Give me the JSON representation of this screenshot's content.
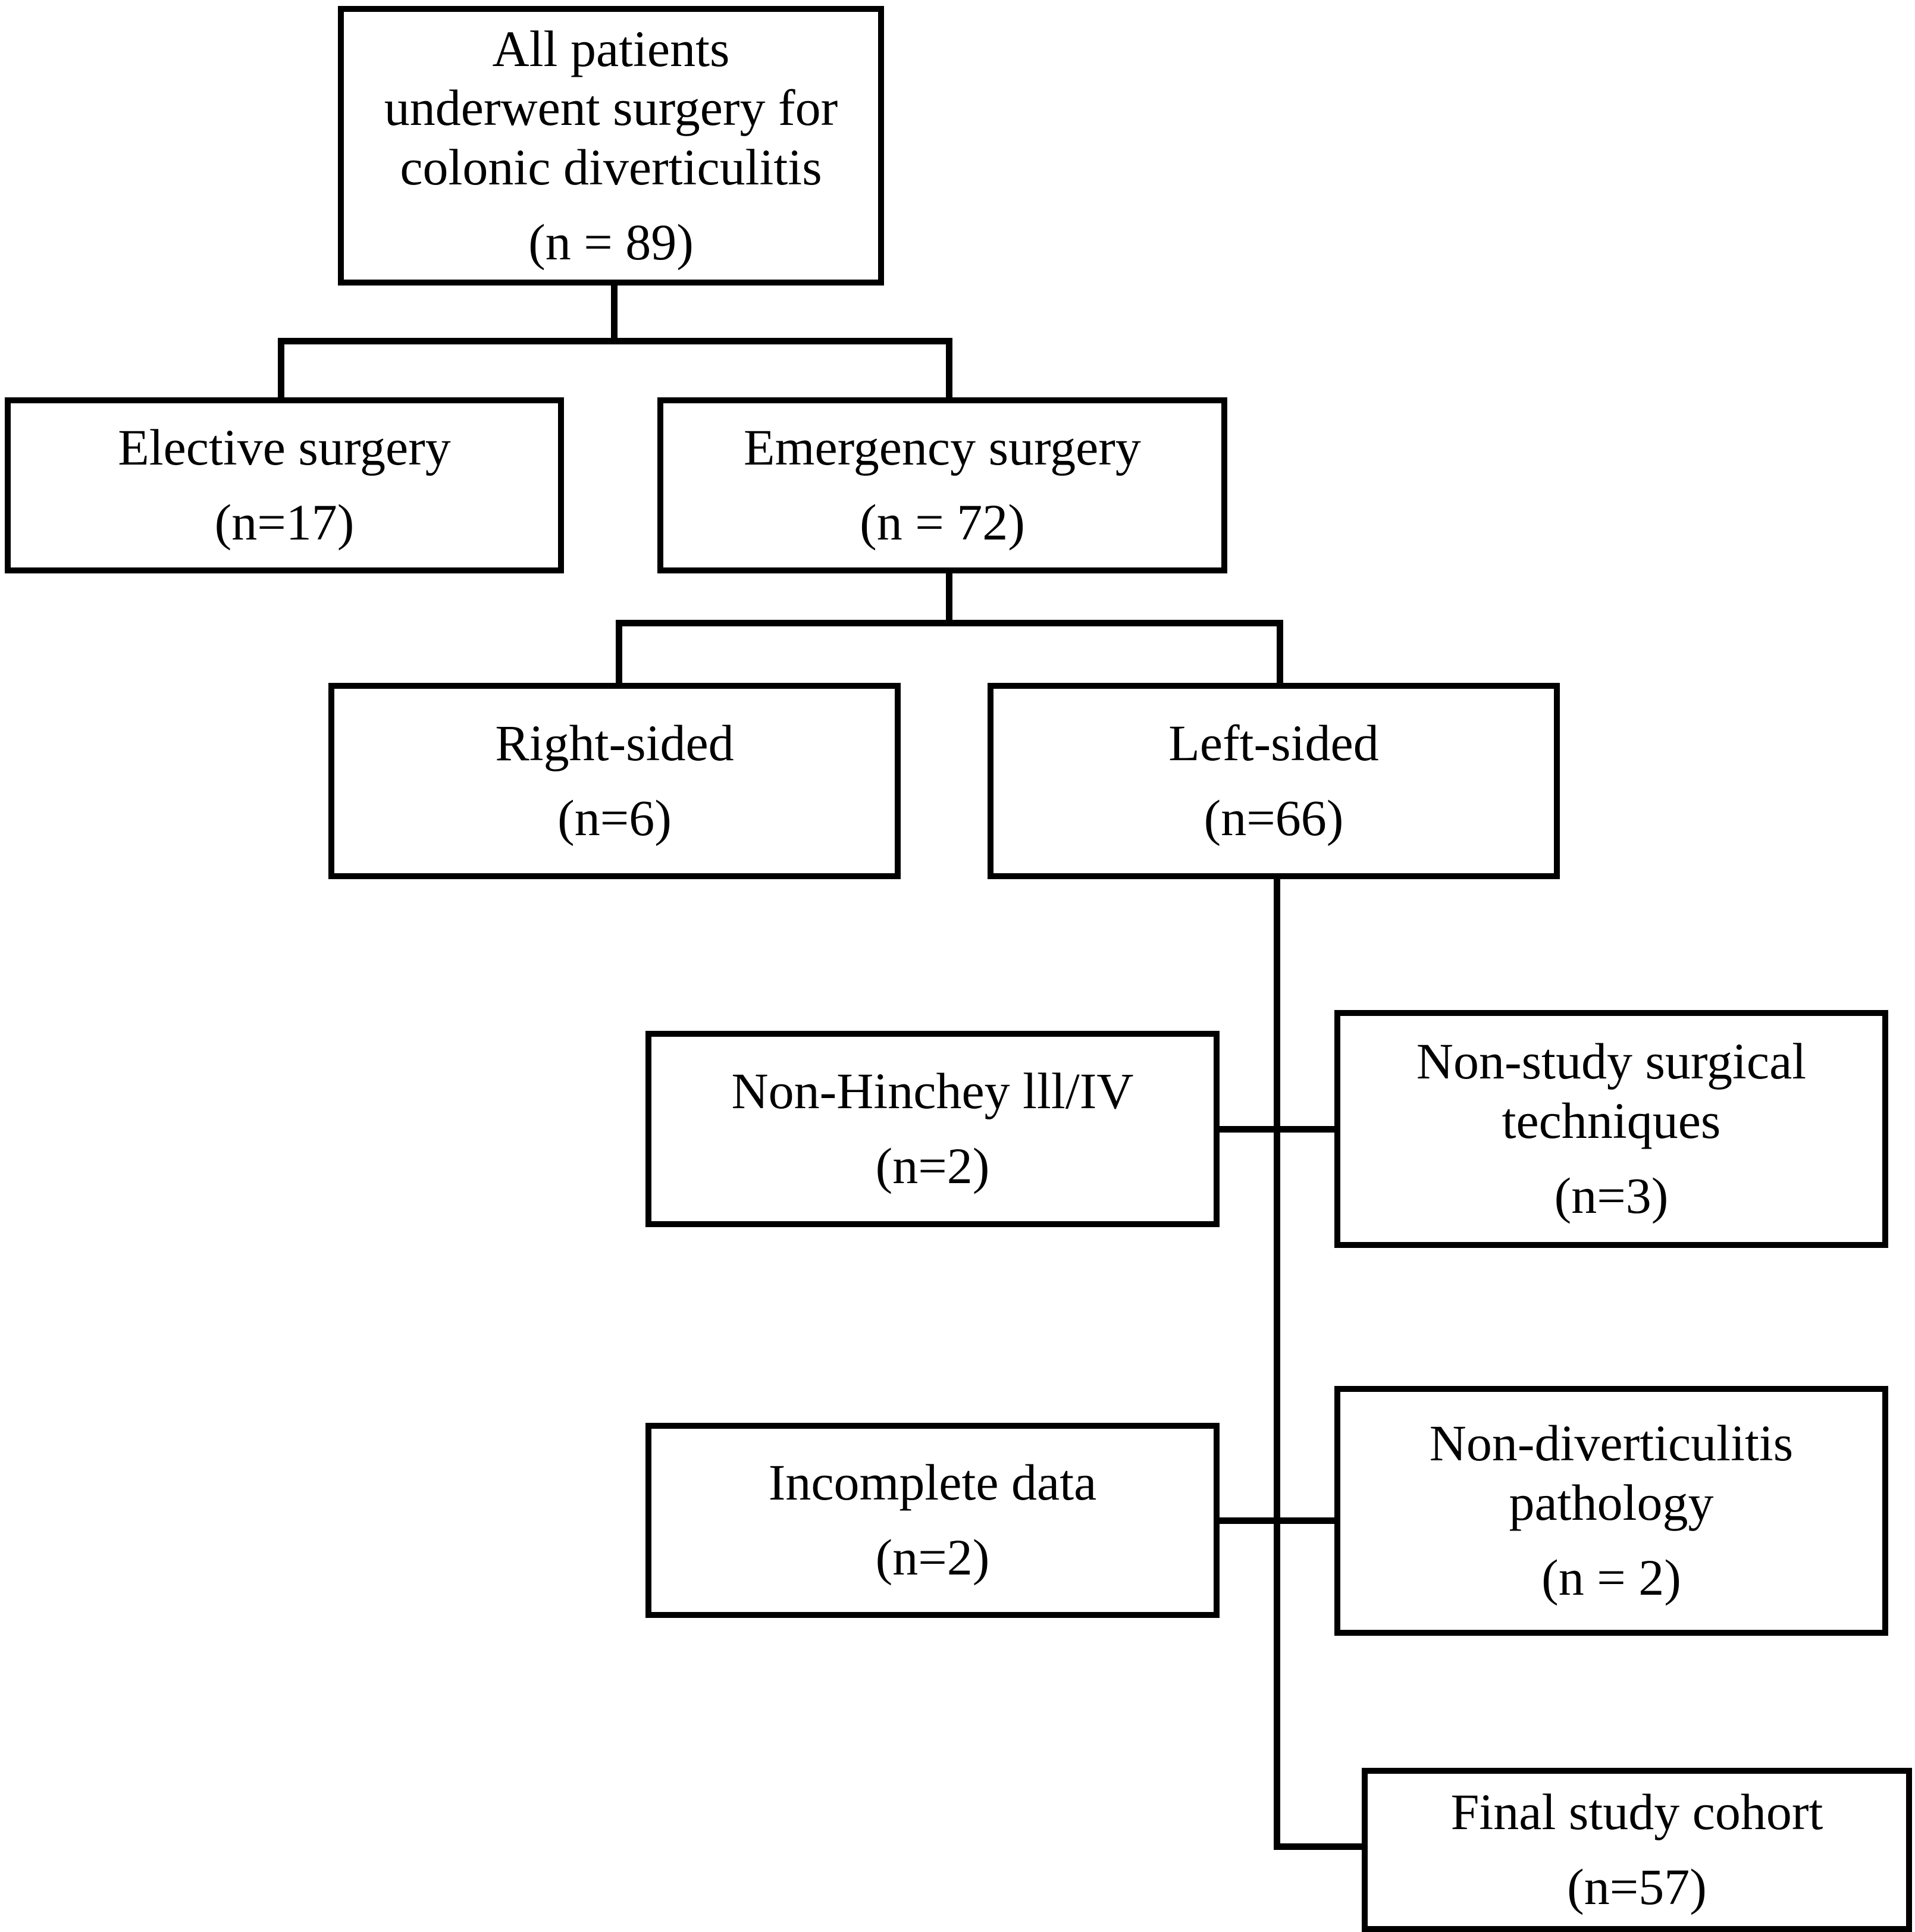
{
  "diagram": {
    "type": "flowchart",
    "title": "Patient selection flow for colonic diverticulitis surgery cohort",
    "line_color": "#000000",
    "box_fill": "#ffffff",
    "text_color": "#000000",
    "nodes": {
      "all_patients": {
        "line1": "All patients",
        "line2": "underwent surgery for",
        "line3": "colonic diverticulitis",
        "count": "(n = 89)",
        "n": 89
      },
      "elective": {
        "line1": "Elective surgery",
        "count": "(n=17)",
        "n": 17
      },
      "emergency": {
        "line1": "Emergency surgery",
        "count": "(n = 72)",
        "n": 72
      },
      "right_sided": {
        "line1": "Right-sided",
        "count": "(n=6)",
        "n": 6
      },
      "left_sided": {
        "line1": "Left-sided",
        "count": "(n=66)",
        "n": 66
      },
      "non_hinchey": {
        "line1": "Non-Hinchey lll/IV",
        "count": "(n=2)",
        "n": 2
      },
      "non_study_technique": {
        "line1": "Non-study surgical",
        "line2": "techniques",
        "count": "(n=3)",
        "n": 3
      },
      "incomplete_data": {
        "line1": "Incomplete data",
        "count": "(n=2)",
        "n": 2
      },
      "non_diverticulitis": {
        "line1": "Non-diverticulitis",
        "line2": "pathology",
        "count": "(n = 2)",
        "n": 2
      },
      "final_cohort": {
        "line1": "Final study cohort",
        "count": "(n=57)",
        "n": 57
      }
    }
  }
}
